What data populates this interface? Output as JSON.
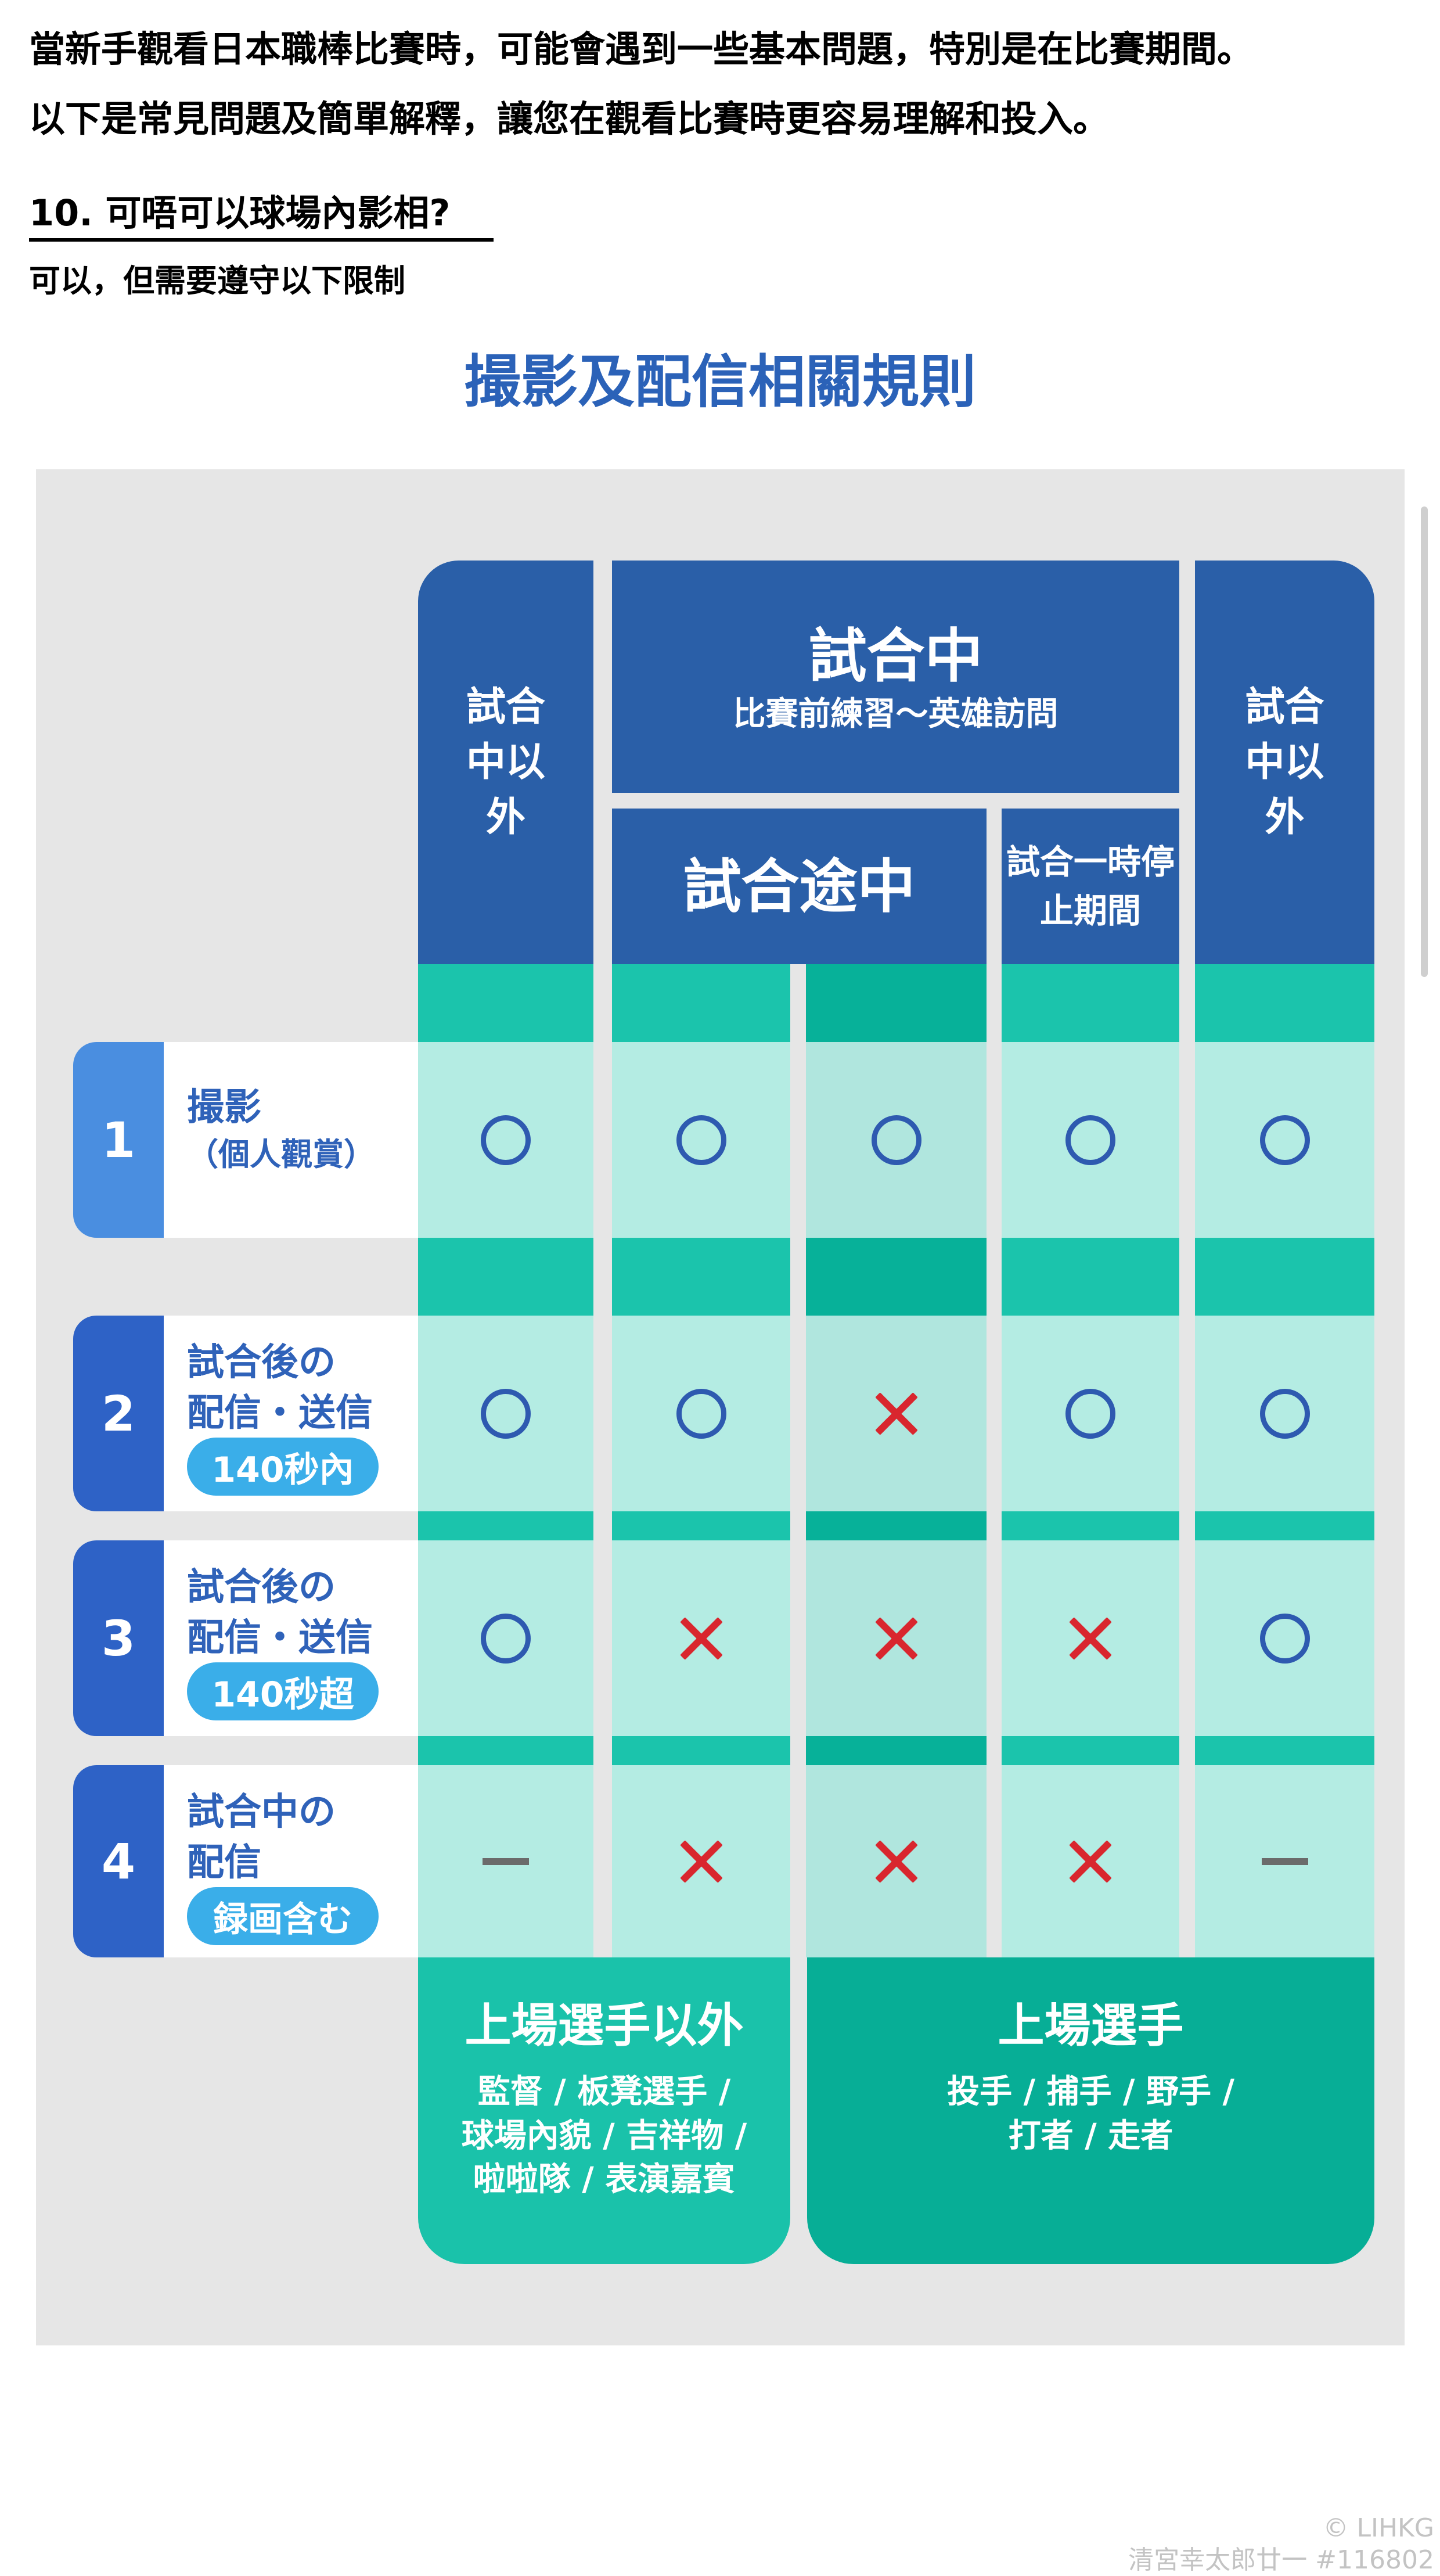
{
  "intro": {
    "line1": "當新手觀看日本職棒比賽時，可能會遇到一些基本問題，特別是在比賽期間。",
    "line2": "以下是常見問題及簡單解釋，讓您在觀看比賽時更容易理解和投入。"
  },
  "question": {
    "title": "10. 可唔可以球場內影相?",
    "answer": "可以，但需要遵守以下限制"
  },
  "heading": "撮影及配信相關規則",
  "table": {
    "header_left": "試合中以外",
    "header_main_title": "試合中",
    "header_main_sub": "比賽前練習～英雄訪問",
    "header_inplay": "試合途中",
    "header_pause": "試合一時停止期間",
    "header_right": "試合中以外",
    "rows": [
      {
        "num": "1",
        "title1": "撮影",
        "title2": "（個人觀賞）",
        "pill": "",
        "marks": [
          "circle",
          "circle",
          "circle",
          "circle",
          "circle"
        ]
      },
      {
        "num": "2",
        "title1": "試合後の",
        "title2": "配信・送信",
        "pill": "140秒內",
        "marks": [
          "circle",
          "circle",
          "cross",
          "circle",
          "circle"
        ]
      },
      {
        "num": "3",
        "title1": "試合後の",
        "title2": "配信・送信",
        "pill": "140秒超",
        "marks": [
          "circle",
          "cross",
          "cross",
          "cross",
          "circle"
        ]
      },
      {
        "num": "4",
        "title1": "試合中の",
        "title2": "配信",
        "pill": "録画含む",
        "marks": [
          "dash",
          "cross",
          "cross",
          "cross",
          "dash"
        ]
      }
    ],
    "footer_left": {
      "title": "上場選手以外",
      "lines": [
        "監督 / 板凳選手 /",
        "球場內貌 / 吉祥物 /",
        "啦啦隊 / 表演嘉賓"
      ]
    },
    "footer_right": {
      "title": "上場選手",
      "lines": [
        "投手 / 捕手 / 野手 /",
        "打者 / 走者"
      ]
    }
  },
  "colors": {
    "header_blue": "#2a5fa8",
    "heading_blue": "#2b62b8",
    "teal_light": "#1bc4ac",
    "teal_dark": "#07b199",
    "circle_mark": "#2e5ab0",
    "cross_mark": "#d9262e",
    "row1_number_bg": "#4a8ee0",
    "row_number_bg": "#2e62c6",
    "pill_bg": "#3aaee9"
  },
  "watermark": {
    "brand": "LIHKG",
    "user": "清宮幸太郎廿一 #116802"
  }
}
